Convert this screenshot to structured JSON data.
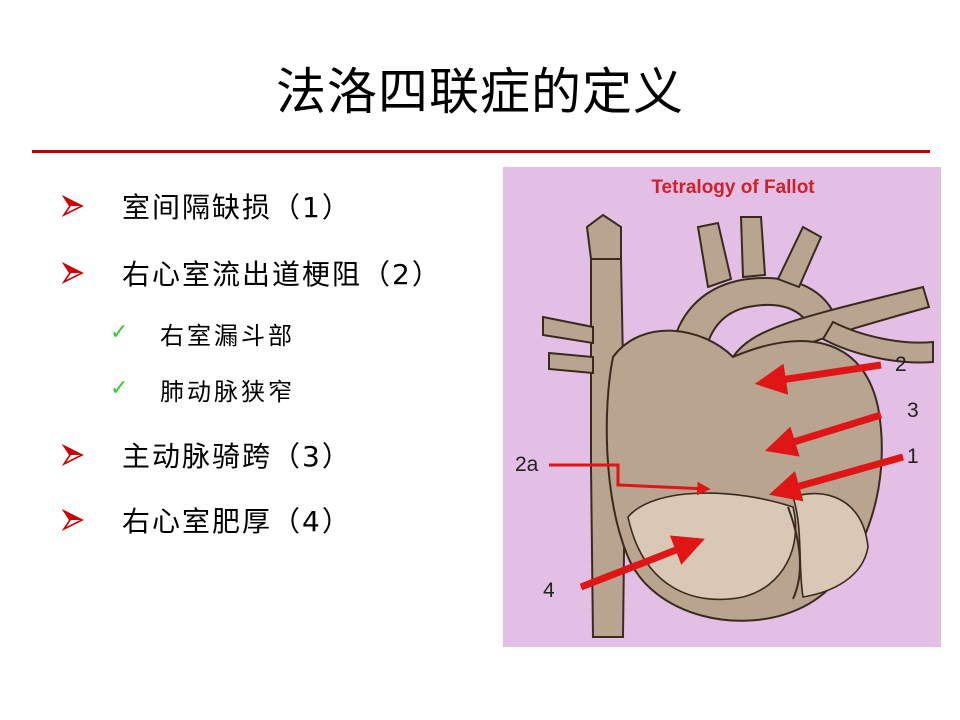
{
  "slide": {
    "title": "法洛四联症的定义",
    "bullets": [
      {
        "text": "室间隔缺损（1）"
      },
      {
        "text": "右心室流出道梗阻（2）"
      },
      {
        "text": "主动脉骑跨（3）"
      },
      {
        "text": "右心室肥厚（4）"
      }
    ],
    "sub_bullets": [
      {
        "text": "右室漏斗部"
      },
      {
        "text": "肺动脉狭窄"
      }
    ]
  },
  "figure": {
    "title": "Tetralogy of Fallot",
    "labels": {
      "l1": "1",
      "l2": "2",
      "l2a": "2a",
      "l3": "3",
      "l4": "4"
    }
  },
  "colors": {
    "accent_rule": "#c00000",
    "bullet_arrow": "#cc0000",
    "check": "#33cc33",
    "figure_bg": "#e3bfe6",
    "figure_title": "#d0202a",
    "arrow_red": "#e01515",
    "heart_tissue": "#b9a48f"
  },
  "icons": {
    "bullet": "arrowhead-bullet-icon",
    "sub_bullet": "checkmark-icon"
  }
}
